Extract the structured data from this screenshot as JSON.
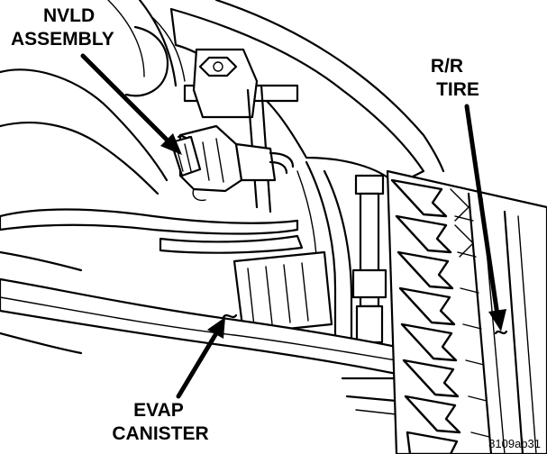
{
  "labels": {
    "nvld_line1": "NVLD",
    "nvld_line2": "ASSEMBLY",
    "tire_line1": "R/R",
    "tire_line2": "TIRE",
    "evap_line1": "EVAP",
    "evap_line2": "CANISTER",
    "figure_code": "8109ab31"
  }
}
